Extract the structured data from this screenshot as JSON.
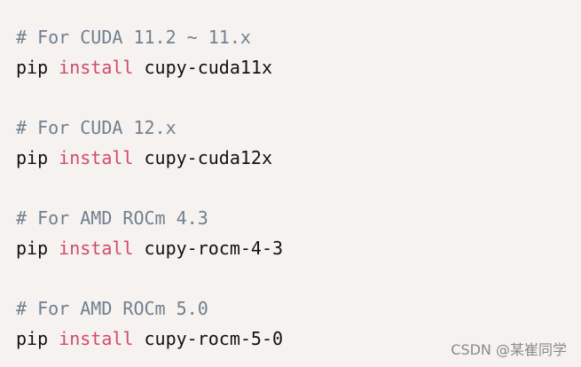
{
  "code": {
    "blocks": [
      {
        "comment": "# For CUDA 11.2 ~ 11.x",
        "command": "pip",
        "keyword": "install",
        "package": "cupy-cuda11x"
      },
      {
        "comment": "# For CUDA 12.x",
        "command": "pip",
        "keyword": "install",
        "package": "cupy-cuda12x"
      },
      {
        "comment": "# For AMD ROCm 4.3",
        "command": "pip",
        "keyword": "install",
        "package": "cupy-rocm-4-3"
      },
      {
        "comment": "# For AMD ROCm 5.0",
        "command": "pip",
        "keyword": "install",
        "package": "cupy-rocm-5-0"
      }
    ],
    "colors": {
      "background": "#f6f2ef",
      "comment": "#708090",
      "keyword": "#d14a6a",
      "text": "#111111"
    }
  },
  "watermark": {
    "text": "CSDN @某崔同学"
  }
}
